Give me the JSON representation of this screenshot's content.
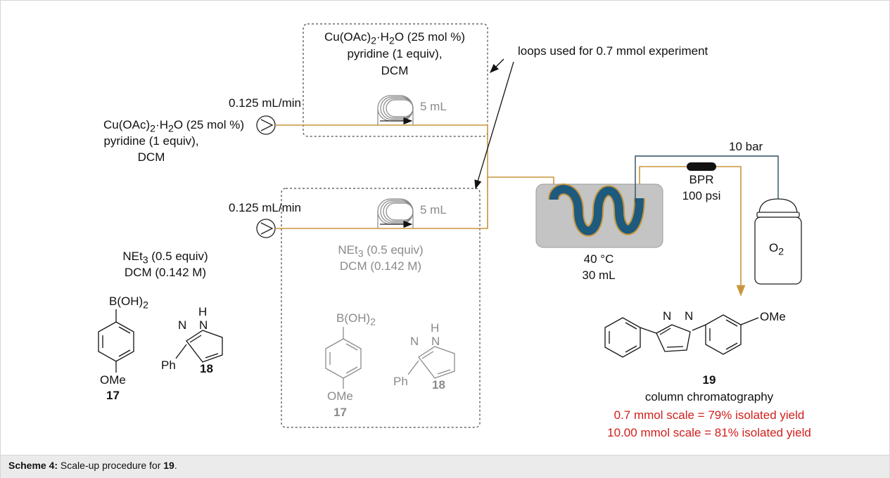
{
  "pump1": {
    "flow": "0.125 mL/min",
    "reagent_line1_a": "Cu(OAc)",
    "reagent_line1_b": "2",
    "reagent_line1_c": "·H",
    "reagent_line1_d": "2",
    "reagent_line1_e": "O (25 mol %)",
    "reagent_line2": "pyridine (1 equiv),",
    "reagent_line3": "DCM"
  },
  "loop1": {
    "volume": "5 mL",
    "line1_a": "Cu(OAc)",
    "line1_b": "2",
    "line1_c": "·H",
    "line1_d": "2",
    "line1_e": "O (25 mol %)",
    "line2": "pyridine (1 equiv),",
    "line3": "DCM"
  },
  "loops_note": "loops used for 0.7 mmol experiment",
  "pump2": {
    "flow": "0.125 mL/min",
    "line1_a": "NEt",
    "line1_b": "3",
    "line1_c": " (0.5 equiv)",
    "line2": "DCM (0.142 M)"
  },
  "loop2": {
    "volume": "5 mL",
    "line1_a": "NEt",
    "line1_b": "3",
    "line1_c": " (0.5 equiv)",
    "line2": "DCM (0.142 M)"
  },
  "reactor": {
    "temp": "40 °C",
    "volume": "30 mL"
  },
  "bpr": {
    "label": "BPR",
    "pressure": "100 psi"
  },
  "gas": {
    "pressure": "10 bar",
    "label_a": "O",
    "label_b": "2"
  },
  "compounds": {
    "boronic_a": "B(OH)",
    "boronic_b": "2",
    "ome": "OMe",
    "ph": "Ph",
    "n": "N",
    "h": "H",
    "c17": "17",
    "c18": "18",
    "c19": "19"
  },
  "result": {
    "method": "column chromatography",
    "yield1": "0.7 mmol scale = 79% isolated yield",
    "yield2": "10.00 mmol scale = 81% isolated yield"
  },
  "caption": {
    "prefix": "Scheme 4:",
    "text": " Scale-up procedure for ",
    "compound": "19",
    "end": "."
  },
  "colors": {
    "flow_line": "#c8963c",
    "gas_line": "#2c4e5e",
    "reactor_tube": "#1d5a7d",
    "yield_text": "#d0201c",
    "gray_text": "#8a8a8a"
  }
}
